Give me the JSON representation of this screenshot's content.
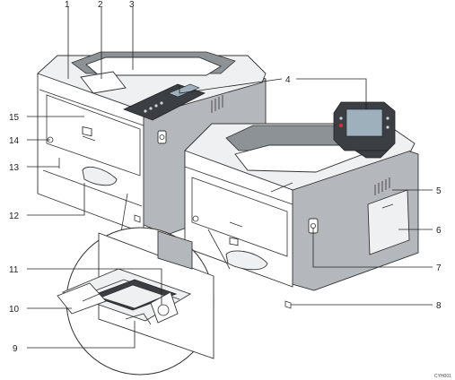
{
  "figure_code": "CYH001",
  "callouts": [
    {
      "id": "1",
      "label": "1"
    },
    {
      "id": "2",
      "label": "2"
    },
    {
      "id": "3",
      "label": "3"
    },
    {
      "id": "4",
      "label": "4"
    },
    {
      "id": "5",
      "label": "5"
    },
    {
      "id": "6",
      "label": "6"
    },
    {
      "id": "7",
      "label": "7"
    },
    {
      "id": "8",
      "label": "8"
    },
    {
      "id": "9",
      "label": "9"
    },
    {
      "id": "10",
      "label": "10"
    },
    {
      "id": "11",
      "label": "11"
    },
    {
      "id": "12",
      "label": "12"
    },
    {
      "id": "13",
      "label": "13"
    },
    {
      "id": "14",
      "label": "14"
    },
    {
      "id": "15",
      "label": "15"
    }
  ],
  "colors": {
    "body_grey": "#b4b8bc",
    "panel_dark": "#3b3f44",
    "lcd": "#9fb0bd",
    "stroke": "#333333"
  }
}
